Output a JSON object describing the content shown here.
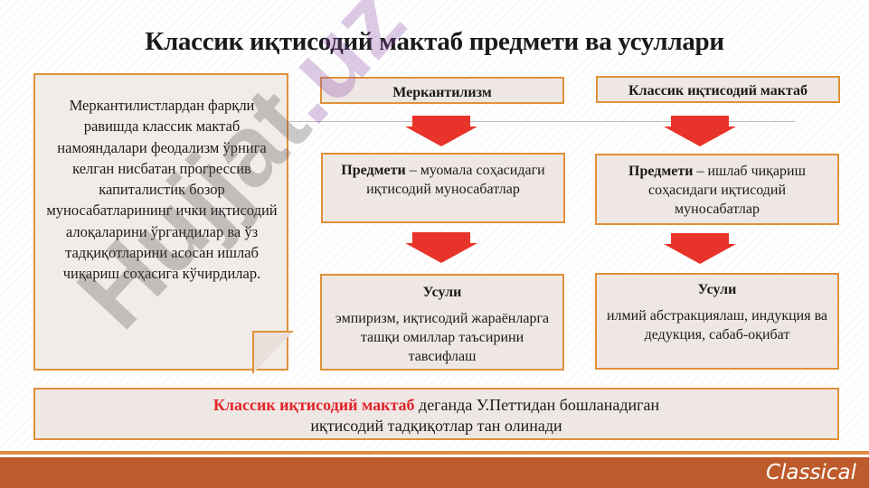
{
  "title": "Классик иқтисодий мактаб предмети ва усуллари",
  "watermark": {
    "main": "Hujjat",
    "tail": ".uz"
  },
  "note_text": "Меркантилистлардан фарқли равишда классик мактаб намояндалари феодализм ўрнига келган нисбатан прогрессив капиталистик бозор муносабатларининг ички иқтисодий алоқаларини ўргандилар ва ўз тадқиқотларини асосан ишлаб чиқариш соҳасига кўчирдилар.",
  "mercantilism": {
    "header": "Меркантилизм",
    "subject_label": "Предмети",
    "subject_text": " – муомала соҳасидаги иқтисодий муносабатлар",
    "methods_label": "Усули",
    "methods_text": "эмпиризм, иқтисодий жараёнларга ташқи омиллар таъсирини тавсифлаш"
  },
  "classical": {
    "header": "Классик иқтисодий мактаб",
    "subject_label": "Предмети",
    "subject_text": " – ишлаб чиқариш соҳасидаги иқтисодий муносабатлар",
    "methods_label": "Усули",
    "methods_text": "илмий абстракциялаш, индукция ва дедукция, сабаб-оқибат"
  },
  "bottom": {
    "highlight": "Классик иқтисодий мактаб",
    "line1_rest": " деганда У.Петтидан бошланадиган",
    "line2": "иқтисодий тадқиқотлар тан олинади"
  },
  "footer_brand": "Classical",
  "colors": {
    "accent_border": "#e0913a",
    "arrow": "#e8332a",
    "footer": "#be5b2c",
    "highlight": "#e2232a"
  }
}
